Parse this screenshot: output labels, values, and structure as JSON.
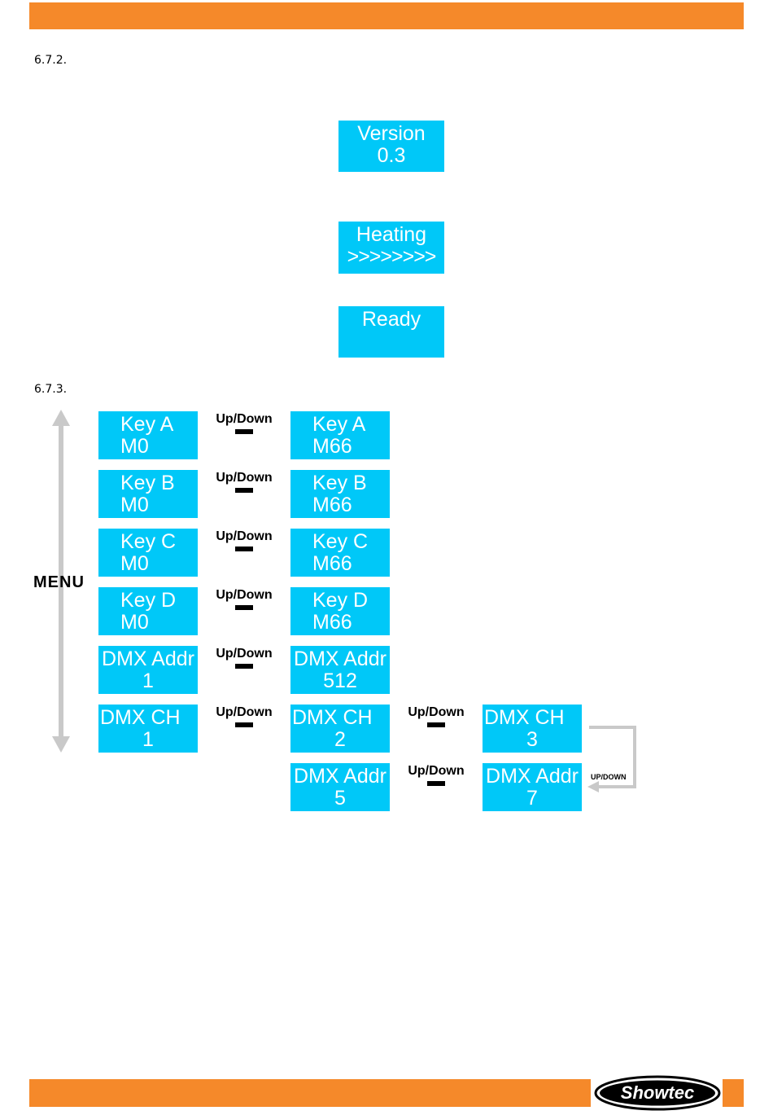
{
  "sections": {
    "s1": "6.7.2.",
    "s2": "6.7.3."
  },
  "startup": [
    {
      "l1": "Version",
      "l2": "0.3"
    },
    {
      "l1": "Heating",
      "l2": ">>>>>>>>"
    },
    {
      "l1": "Ready",
      "l2": ""
    }
  ],
  "menu_label": "MENU",
  "step_label": "Up/Down",
  "loop_label": "UP/DOWN",
  "rows": [
    {
      "a1": "Key A",
      "a2": "M0",
      "b1": "Key A",
      "b2": "M66"
    },
    {
      "a1": "Key B",
      "a2": "M0",
      "b1": "Key B",
      "b2": "M66"
    },
    {
      "a1": "Key C",
      "a2": "M0",
      "b1": "Key C",
      "b2": "M66"
    },
    {
      "a1": "Key D",
      "a2": "M0",
      "b1": "Key D",
      "b2": "M66"
    },
    {
      "a1": "DMX Addr",
      "a2": "1",
      "b1": "DMX Addr",
      "b2": "512"
    },
    {
      "a1": "DMX CH",
      "a2": "1",
      "b1": "DMX CH",
      "b2": "2",
      "c1": "DMX CH",
      "c2": "3"
    }
  ],
  "extra_row": {
    "b1": "DMX Addr",
    "b2": "5",
    "c1": "DMX Addr",
    "c2": "7"
  },
  "brand": {
    "logo_text": "Showtec",
    "accent_color": "#f5892a",
    "display_color": "#00c8f8"
  }
}
